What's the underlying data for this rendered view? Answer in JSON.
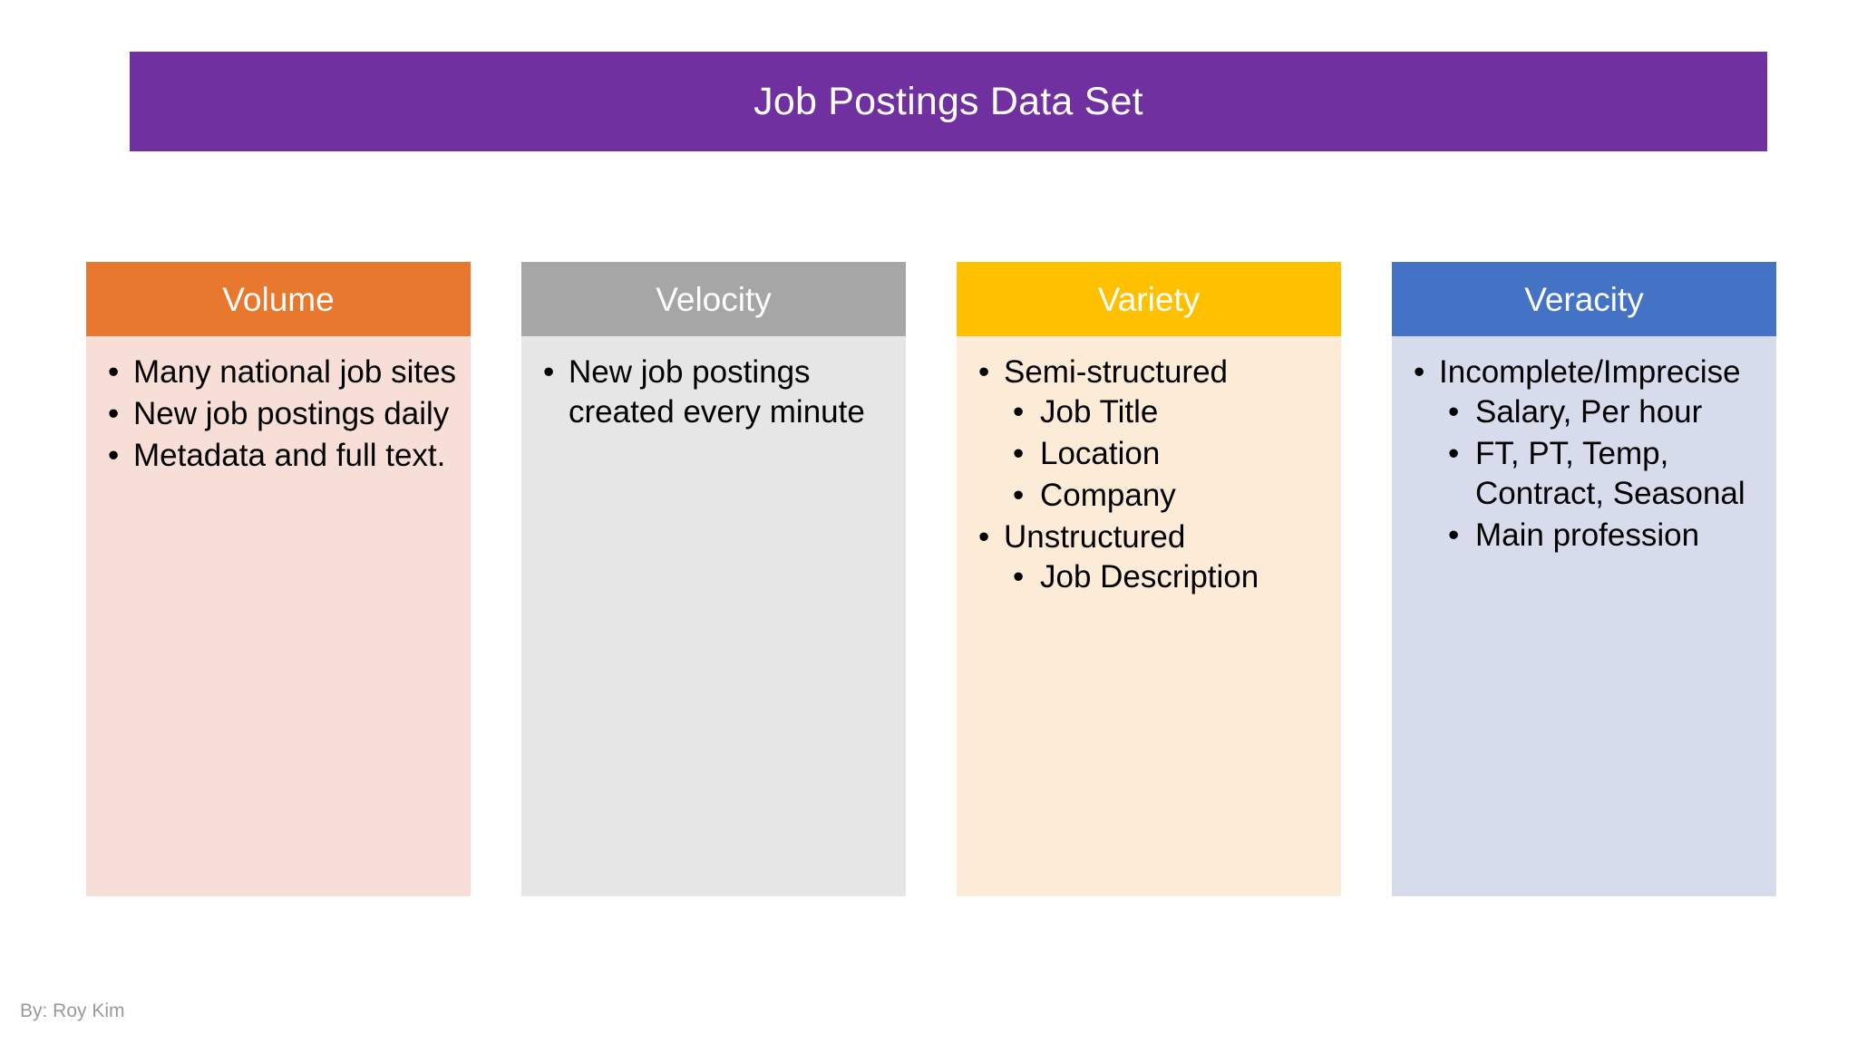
{
  "slide": {
    "title": "Job Postings Data Set",
    "title_bg": "#7030A0",
    "title_color": "#FFFFFF",
    "footer_credit": "By: Roy Kim",
    "bullet_glyph": "•"
  },
  "columns": [
    {
      "header": "Volume",
      "header_bg": "#E8782D",
      "body_bg": "#F7DED7",
      "items": [
        {
          "text": "Many national job sites",
          "children": []
        },
        {
          "text": "New job postings daily",
          "children": []
        },
        {
          "text": "Metadata and full text.",
          "children": []
        }
      ]
    },
    {
      "header": "Velocity",
      "header_bg": "#A6A6A6",
      "body_bg": "#E6E6E6",
      "items": [
        {
          "text": "New job postings created every minute",
          "children": []
        }
      ]
    },
    {
      "header": "Variety",
      "header_bg": "#FFC000",
      "body_bg": "#FCEBD7",
      "items": [
        {
          "text": "Semi-structured",
          "children": [
            "Job Title",
            "Location",
            "Company"
          ]
        },
        {
          "text": "Unstructured",
          "children": [
            "Job Description"
          ]
        }
      ]
    },
    {
      "header": "Veracity",
      "header_bg": "#4472C4",
      "body_bg": "#D6DCEC",
      "items": [
        {
          "text": "Incomplete/Imprecise",
          "children": [
            "Salary, Per hour",
            "FT, PT, Temp, Contract, Seasonal",
            "Main profession"
          ]
        }
      ]
    }
  ]
}
